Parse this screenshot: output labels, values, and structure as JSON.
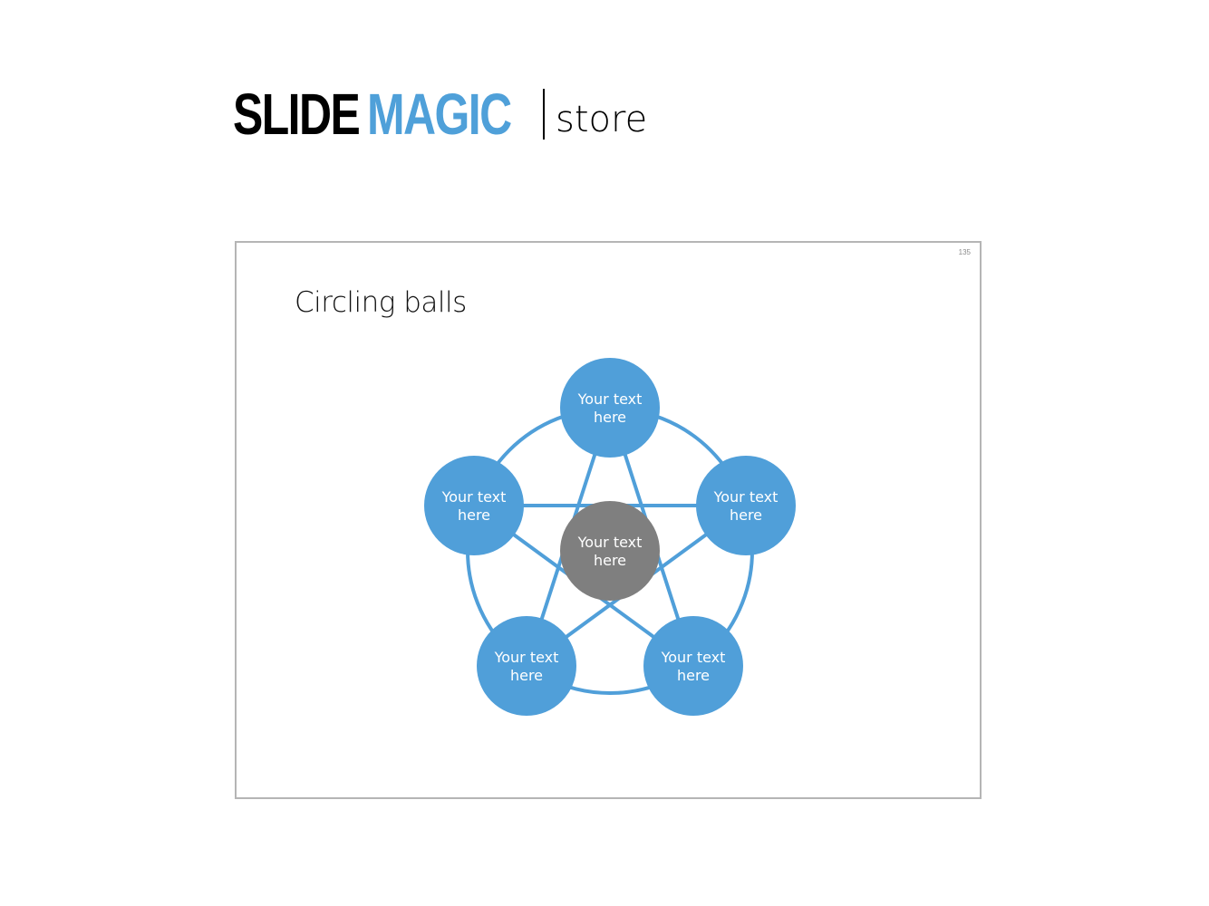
{
  "logo": {
    "part1": "SLIDE",
    "part2": "MAGIC",
    "part3": "store",
    "accent_color": "#4fa0d9"
  },
  "slide": {
    "number": "135",
    "title": "Circling balls",
    "nodes": [
      {
        "line1": "Your text",
        "line2": "here",
        "color": "#509fd9"
      },
      {
        "line1": "Your text",
        "line2": "here",
        "color": "#509fd9"
      },
      {
        "line1": "Your text",
        "line2": "here",
        "color": "#509fd9"
      },
      {
        "line1": "Your text",
        "line2": "here",
        "color": "#509fd9"
      },
      {
        "line1": "Your text",
        "line2": "here",
        "color": "#509fd9"
      }
    ],
    "center_node": {
      "line1": "Your text",
      "line2": "here",
      "color": "#7f7f7f"
    },
    "line_color": "#509fd9"
  }
}
